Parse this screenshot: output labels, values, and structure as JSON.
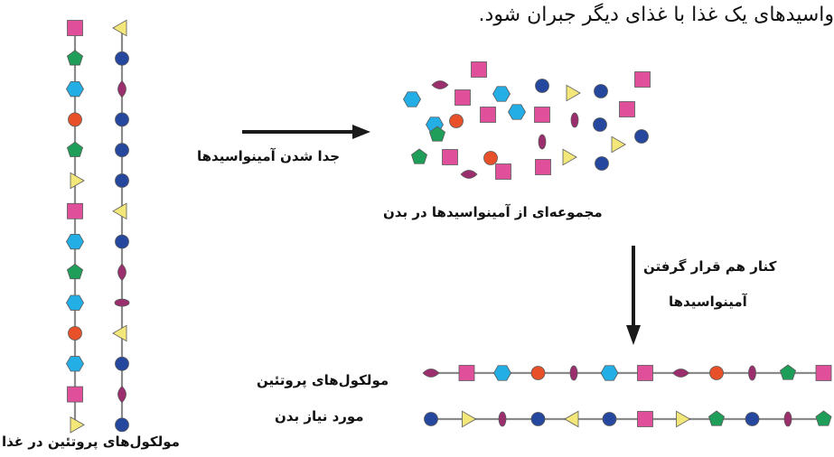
{
  "top_text": "واسیدهای یک غذا با غذای دیگر جبران شود.",
  "labels": {
    "separation": "جدا شدن آمینواسیدها",
    "pool": "مجموعه‌ای از آمینواسیدها در بدن",
    "assembly_line1": "کنار هم قرار گرفتن",
    "assembly_line2": "آمینواسیدها",
    "body_proteins_line1": "مولکول‌های پروتئین",
    "body_proteins_line2": "مورد نیاز بدن",
    "food_proteins": "مولکول‌های پروتئین در غذا"
  },
  "colors": {
    "magenta": "#e0509a",
    "green": "#1f9e5a",
    "cyan": "#23aee6",
    "orange": "#e8502a",
    "yellow": "#f4e77a",
    "blue": "#25489e",
    "purple": "#9b2f6e",
    "link": "#8a8a8a",
    "arrow": "#1a1a1a"
  },
  "chains": {
    "food_left": [
      "magenta-square",
      "green-pentagon",
      "cyan-hexagon",
      "orange-circle",
      "green-pentagon",
      "yellow-triangle",
      "magenta-square",
      "cyan-hexagon",
      "green-pentagon",
      "cyan-hexagon",
      "orange-circle",
      "cyan-hexagon",
      "magenta-square",
      "yellow-triangle"
    ],
    "food_right": [
      "yellow-triangle",
      "blue-circle",
      "purple-leaf",
      "blue-circle",
      "blue-circle",
      "blue-circle",
      "yellow-triangle",
      "blue-circle",
      "purple-leaf",
      "purple-oval",
      "yellow-triangle",
      "blue-circle",
      "purple-leaf",
      "blue-circle"
    ],
    "body_top": [
      "purple-leaf",
      "magenta-square",
      "cyan-hexagon",
      "orange-circle",
      "purple-oval",
      "cyan-hexagon",
      "magenta-square",
      "purple-leaf",
      "orange-circle",
      "purple-oval",
      "green-pentagon",
      "magenta-square"
    ],
    "body_bottom": [
      "blue-circle",
      "yellow-triangle",
      "purple-oval",
      "blue-circle",
      "yellow-triangle",
      "blue-circle",
      "magenta-square",
      "yellow-triangle",
      "green-pentagon",
      "blue-circle",
      "purple-oval",
      "green-pentagon"
    ]
  },
  "pool": [
    "cyan-hexagon",
    "purple-leaf",
    "magenta-square",
    "magenta-square",
    "cyan-hexagon",
    "blue-circle",
    "yellow-triangle",
    "blue-circle",
    "magenta-square",
    "magenta-square",
    "cyan-hexagon",
    "orange-circle",
    "magenta-square",
    "cyan-hexagon",
    "magenta-square",
    "purple-oval",
    "blue-circle",
    "purple-oval",
    "magenta-square",
    "green-pentagon",
    "magenta-square",
    "orange-circle",
    "purple-leaf",
    "magenta-square",
    "yellow-triangle",
    "blue-circle",
    "yellow-triangle",
    "blue-circle",
    "green-pentagon"
  ]
}
